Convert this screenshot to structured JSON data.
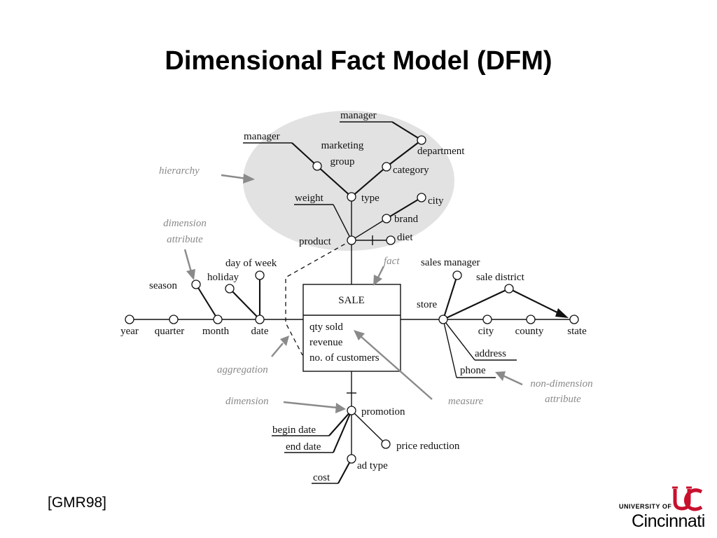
{
  "slide": {
    "title": "Dimensional Fact Model (DFM)",
    "citation": "[GMR98]"
  },
  "logo": {
    "university_of": "UNIVERSITY OF",
    "name": "Cincinnati",
    "emblem": "UC",
    "brand_color": "#c8102e"
  },
  "diagram": {
    "fact": {
      "name": "SALE",
      "measures": [
        "qty sold",
        "revenue",
        "no. of customers"
      ]
    },
    "labels": {
      "manager_top": "manager",
      "department": "department",
      "manager": "manager",
      "marketing": "marketing",
      "group": "group",
      "category": "category",
      "weight": "weight",
      "type": "type",
      "city_product": "city",
      "brand": "brand",
      "product": "product",
      "diet": "diet",
      "day_of_week": "day of week",
      "holiday": "holiday",
      "season": "season",
      "year": "year",
      "quarter": "quarter",
      "month": "month",
      "date": "date",
      "sales_manager": "sales manager",
      "sale_district": "sale district",
      "store": "store",
      "city_store": "city",
      "county": "county",
      "state": "state",
      "address": "address",
      "phone": "phone",
      "promotion": "promotion",
      "begin_date": "begin date",
      "end_date": "end date",
      "price_reduction": "price reduction",
      "ad_type": "ad type",
      "cost": "cost"
    },
    "annotations": {
      "hierarchy": "hierarchy",
      "dimension_attribute_1": "dimension",
      "dimension_attribute_2": "attribute",
      "fact": "fact",
      "aggregation": "aggregation",
      "dimension": "dimension",
      "measure": "measure",
      "non_dimension_1": "non-dimension",
      "non_dimension_2": "attribute"
    },
    "colors": {
      "hierarchy_fill": "#e2e2e2",
      "annotation": "#8a8a8a",
      "line": "#111111"
    }
  }
}
